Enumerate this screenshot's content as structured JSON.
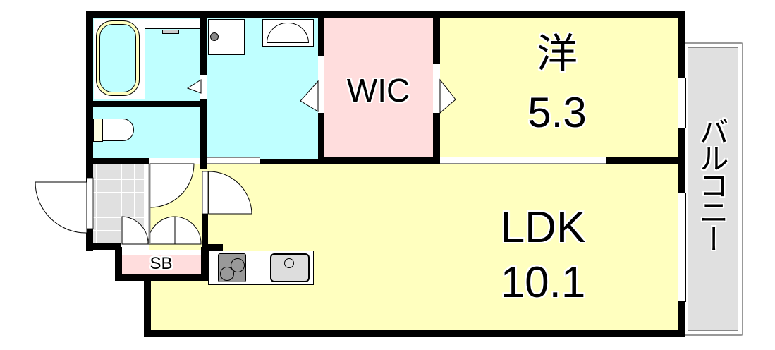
{
  "floor_plan": {
    "rooms": {
      "western_room": {
        "name": "洋",
        "size": "5.3"
      },
      "ldk": {
        "name": "LDK",
        "size": "10.1"
      },
      "wic": {
        "name": "WIC"
      },
      "shoe_box": {
        "name": "SB"
      },
      "balcony": {
        "name": "バルコニー"
      }
    },
    "colors": {
      "wet_area": "#bfffff",
      "living": "#ffffbf",
      "closet": "#ffdddd",
      "balcony": "#e0e0e0",
      "entrance_tile": "#e0e0e0",
      "wall": "#000000"
    }
  }
}
